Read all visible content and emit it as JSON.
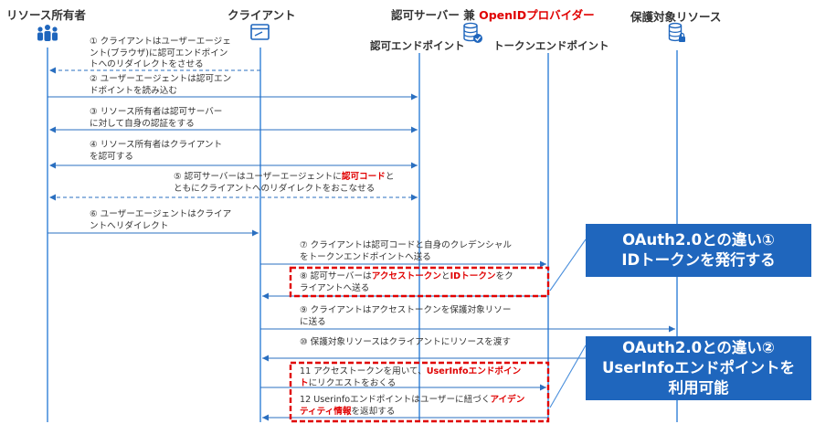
{
  "lanes": {
    "owner": "リソース所有者",
    "client": "クライアント",
    "server_prefix": "認可サーバー 兼 ",
    "server_accent": "OpenIDプロバイダー",
    "authz_endpoint": "認可エンドポイント",
    "token_endpoint": "トークンエンドポイント",
    "protected": "保護対象リソース"
  },
  "icons": {
    "owner": "people-icon",
    "client": "browser-window-icon",
    "server": "database-check-icon",
    "protected": "database-lock-icon"
  },
  "steps": {
    "s1": [
      "① クライアントはユーザーエージェ",
      "ント(ブラウザ)に認可エンドポイン",
      "トへのリダイレクトをさせる"
    ],
    "s2": [
      "② ユーザーエージェントは認可エン",
      "ドポイントを読み込む"
    ],
    "s3": [
      "③ リソース所有者は認可サーバー",
      "に対して自身の認証をする"
    ],
    "s4": [
      "④ リソース所有者はクライアント",
      "を認可する"
    ],
    "s5": {
      "a": "⑤ 認可サーバーはユーザーエージェントに",
      "b": "認可コード",
      "c": "と",
      "d": "ともにクライアントへのリダイレクトをおこなせる"
    },
    "s6": [
      "⑥ ユーザーエージェントはクライア",
      "ントへリダイレクト"
    ],
    "s7": [
      "⑦ クライアントは認可コードと自身のクレデンシャル",
      "をトークンエンドポイントへ送る"
    ],
    "s8": {
      "a": "⑧ 認可サーバーは",
      "b": "アクセストークン",
      "c": "と",
      "d": "IDトークン",
      "e": "をク",
      "f": "ライアントへ送る"
    },
    "s9": [
      "⑨ クライアントはアクセストークンを保護対象リソー",
      "に送る"
    ],
    "s10": [
      "⑩ 保護対象リソースはクライアントにリソースを渡す"
    ],
    "s11": {
      "a": "11 アクセストークンを用いて、",
      "b": "UserInfoエンドポイン",
      "c": "ト",
      "d": "にリクエストをおくる"
    },
    "s12": {
      "a": "12 Userinfoエンドポイントはユーザーに紐づく",
      "b": "アイデン",
      "c": "ティティ情報",
      "d": "を返却する"
    }
  },
  "callouts": {
    "c1": [
      "OAuth2.0との違い①",
      "IDトークンを発行する"
    ],
    "c2": [
      "OAuth2.0との違い②",
      "UserInfoエンドポイントを",
      "利用可能"
    ]
  },
  "colors": {
    "arrow": "#2a6fc0",
    "highlight": "#e00000",
    "callout": "#1f66bd",
    "lifeline": "#4a8fdc"
  }
}
